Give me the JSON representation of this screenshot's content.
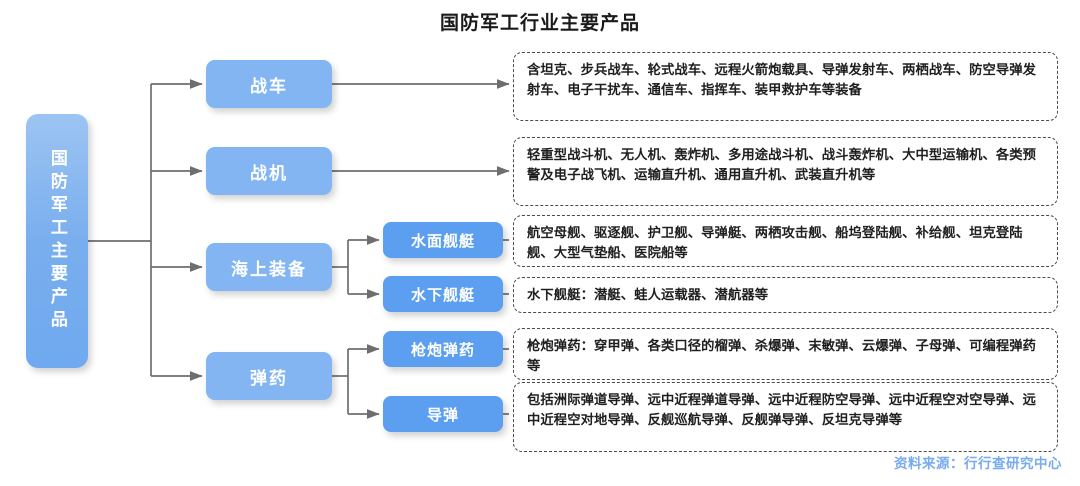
{
  "header": {
    "title": "国防军工行业主要产品"
  },
  "root": {
    "label": "国防军工主要产品"
  },
  "level2": [
    {
      "id": "zhanche",
      "label": "战车"
    },
    {
      "id": "zhanji",
      "label": "战机"
    },
    {
      "id": "haishang",
      "label": "海上装备"
    },
    {
      "id": "danyao",
      "label": "弹药"
    }
  ],
  "level3": [
    {
      "id": "shuimian",
      "label": "水面舰艇"
    },
    {
      "id": "shuixia",
      "label": "水下舰艇"
    },
    {
      "id": "qiangpao",
      "label": "枪炮弹药"
    },
    {
      "id": "daodan",
      "label": "导弹"
    }
  ],
  "descriptions": [
    {
      "id": "desc-zhanche",
      "text": "含坦克、步兵战车、轮式战车、远程火箭炮载具、导弹发射车、两栖战车、防空导弹发射车、电子干扰车、通信车、指挥车、装甲救护车等装备"
    },
    {
      "id": "desc-zhanji",
      "text": "轻重型战斗机、无人机、轰炸机、多用途战斗机、战斗轰炸机、大中型运输机、各类预警及电子战飞机、运输直升机、通用直升机、武装直升机等"
    },
    {
      "id": "desc-shuimian",
      "text": "航空母舰、驱逐舰、护卫舰、导弹艇、两栖攻击舰、船坞登陆舰、补给舰、坦克登陆舰、大型气垫船、医院船等"
    },
    {
      "id": "desc-shuixia",
      "text": "水下舰艇：潜艇、蛙人运载器、潜航器等"
    },
    {
      "id": "desc-qiangpao",
      "text": "枪炮弹药：穿甲弹、各类口径的榴弹、杀爆弹、末敏弹、云爆弹、子母弹、可编程弹药等"
    },
    {
      "id": "desc-daodan",
      "text": "包括洲际弹道导弹、远中近程弹道导弹、远中近程防空导弹、远中近程空对空导弹、远中近程空对地导弹、反舰巡航导弹、反舰弹导弹、反坦克导弹等"
    }
  ],
  "footer": {
    "source": "资料来源：行行查研究中心"
  },
  "colors": {
    "root_top": "#9dc4f2",
    "root_bottom": "#6fa9ef",
    "level2_fill": "#82b5f2",
    "level3_fill": "#5c9ef0",
    "connector": "#6e6e6e",
    "dashed_border": "#4a4a4a",
    "source_text": "#77aaf0",
    "title_text": "#1a1a1a"
  }
}
